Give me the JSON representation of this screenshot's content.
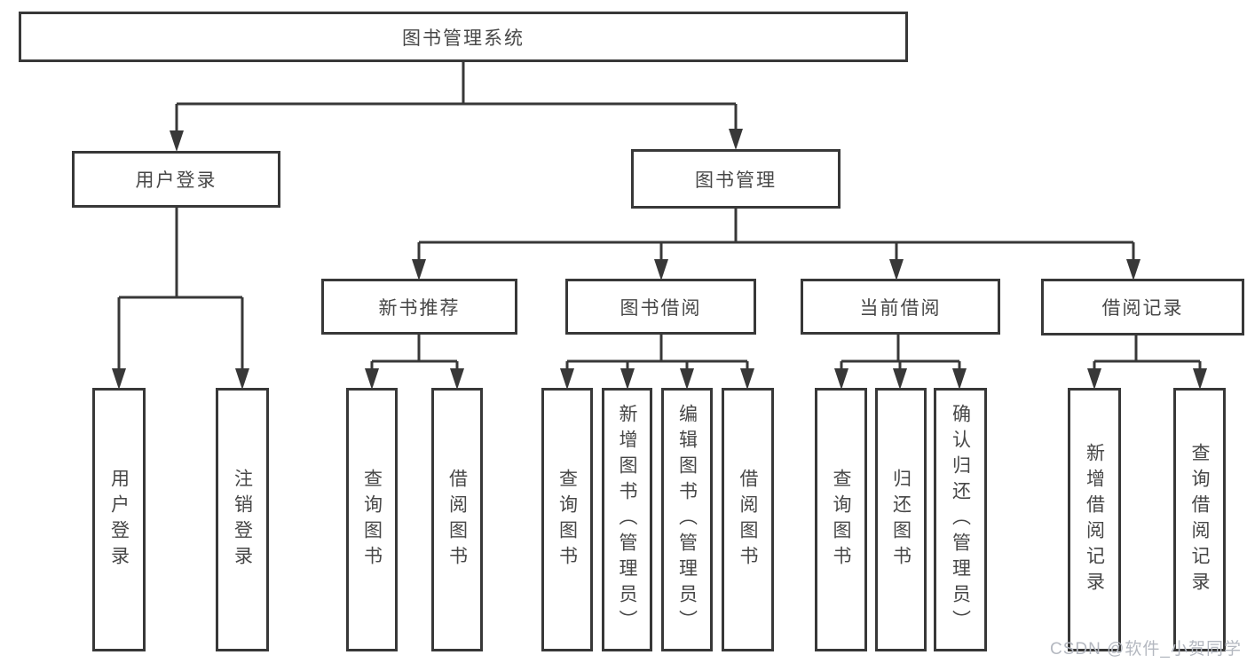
{
  "tree": {
    "label": "图书管理系统",
    "children": [
      {
        "label": "用户登录",
        "children": [
          {
            "label": "用户登录"
          },
          {
            "label": "注销登录"
          }
        ]
      },
      {
        "label": "图书管理",
        "children": [
          {
            "label": "新书推荐",
            "children": [
              {
                "label": "查询图书"
              },
              {
                "label": "借阅图书"
              }
            ]
          },
          {
            "label": "图书借阅",
            "children": [
              {
                "label": "查询图书"
              },
              {
                "label": "新增图书（管理员）"
              },
              {
                "label": "编辑图书（管理员）"
              },
              {
                "label": "借阅图书"
              }
            ]
          },
          {
            "label": "当前借阅",
            "children": [
              {
                "label": "查询图书"
              },
              {
                "label": "归还图书"
              },
              {
                "label": "确认归还（管理员）"
              }
            ]
          },
          {
            "label": "借阅记录",
            "children": [
              {
                "label": "新增借阅记录"
              },
              {
                "label": "查询借阅记录"
              }
            ]
          }
        ]
      }
    ]
  },
  "watermark": "CSDN @软件_小贺同学",
  "colors": {
    "line": "#383838",
    "box_border": "#383838",
    "text": "#474747",
    "watermark": "#b4b8c0",
    "background": "#ffffff"
  }
}
